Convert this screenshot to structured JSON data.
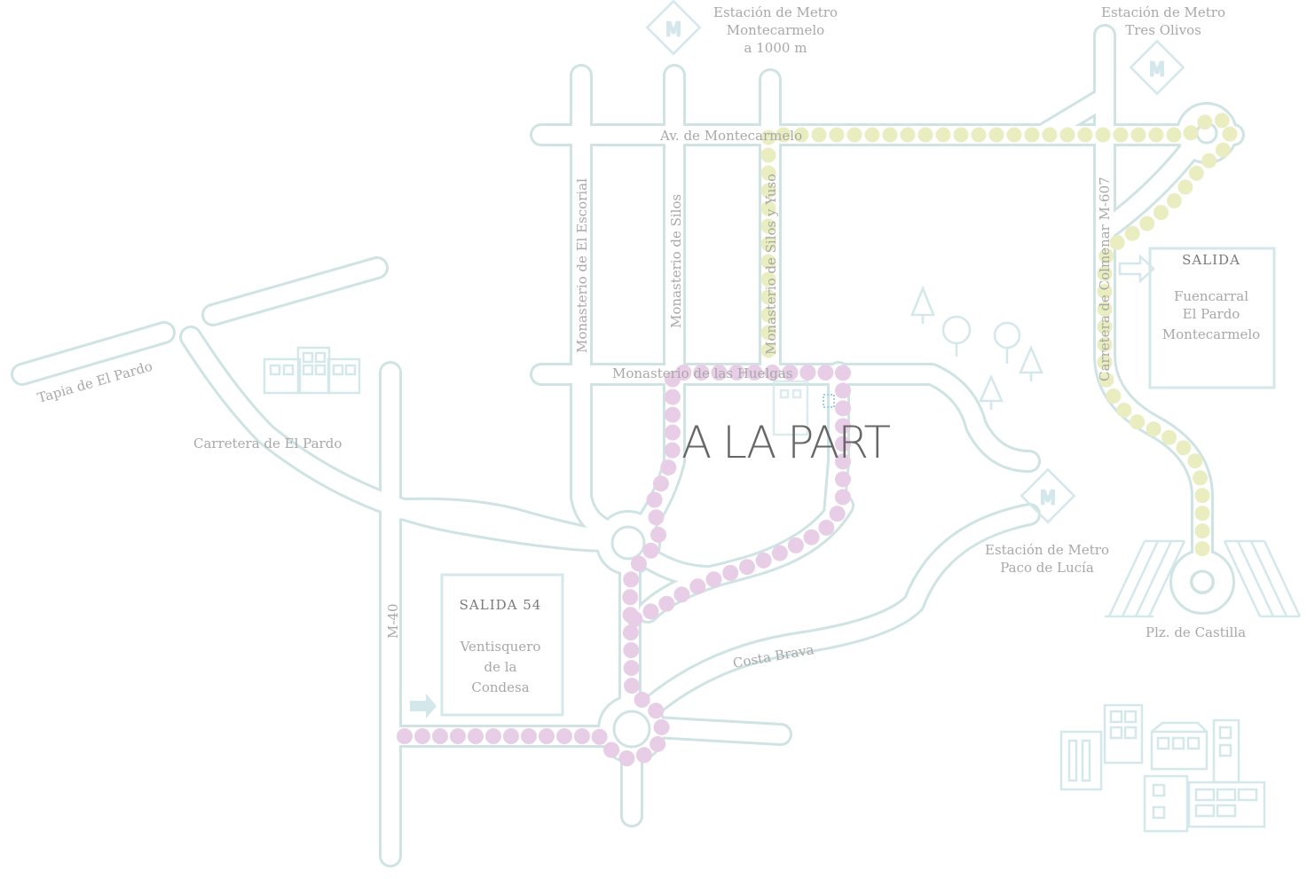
{
  "brand": {
    "name": "A LA PART"
  },
  "streets": {
    "av_montecarmelo": "Av. de Montecarmelo",
    "monasterio_escorial": "Monasterio de El Escorial",
    "monasterio_silos": "Monasterio de Silos",
    "monasterio_silos_yuso": "Monasterio de Silos y Yuso",
    "monasterio_huelgas": "Monasterio de las Huelgas",
    "tapia_pardo": "Tapia de El Pardo",
    "carretera_pardo": "Carretera de El Pardo",
    "m40": "M-40",
    "costa_brava": "Costa Brava",
    "carretera_colmenar": "Carretera de Colmenar  M-607",
    "plz_castilla": "Plz. de Castilla"
  },
  "metro": {
    "montecarmelo": [
      "Estación de Metro",
      "Montecarmelo",
      "a 1000 m"
    ],
    "tres_olivos": [
      "Estación de Metro",
      "Tres Olivos"
    ],
    "paco_lucia": [
      "Estación de Metro",
      "Paco de Lucía"
    ]
  },
  "exits": {
    "salida54": {
      "title": "SALIDA 54",
      "lines": [
        "Ventisquero",
        "de la",
        "Condesa"
      ]
    },
    "salida": {
      "title": "SALIDA",
      "lines": [
        "Fuencarral",
        "El Pardo",
        "Montecarmelo"
      ]
    }
  },
  "routes": {
    "pink": {
      "color": "#e8cde6"
    },
    "yellow": {
      "color": "#eaedc0"
    }
  },
  "icons": [
    "metro-icon",
    "tree-icon",
    "building-icon",
    "arrow-icon"
  ]
}
